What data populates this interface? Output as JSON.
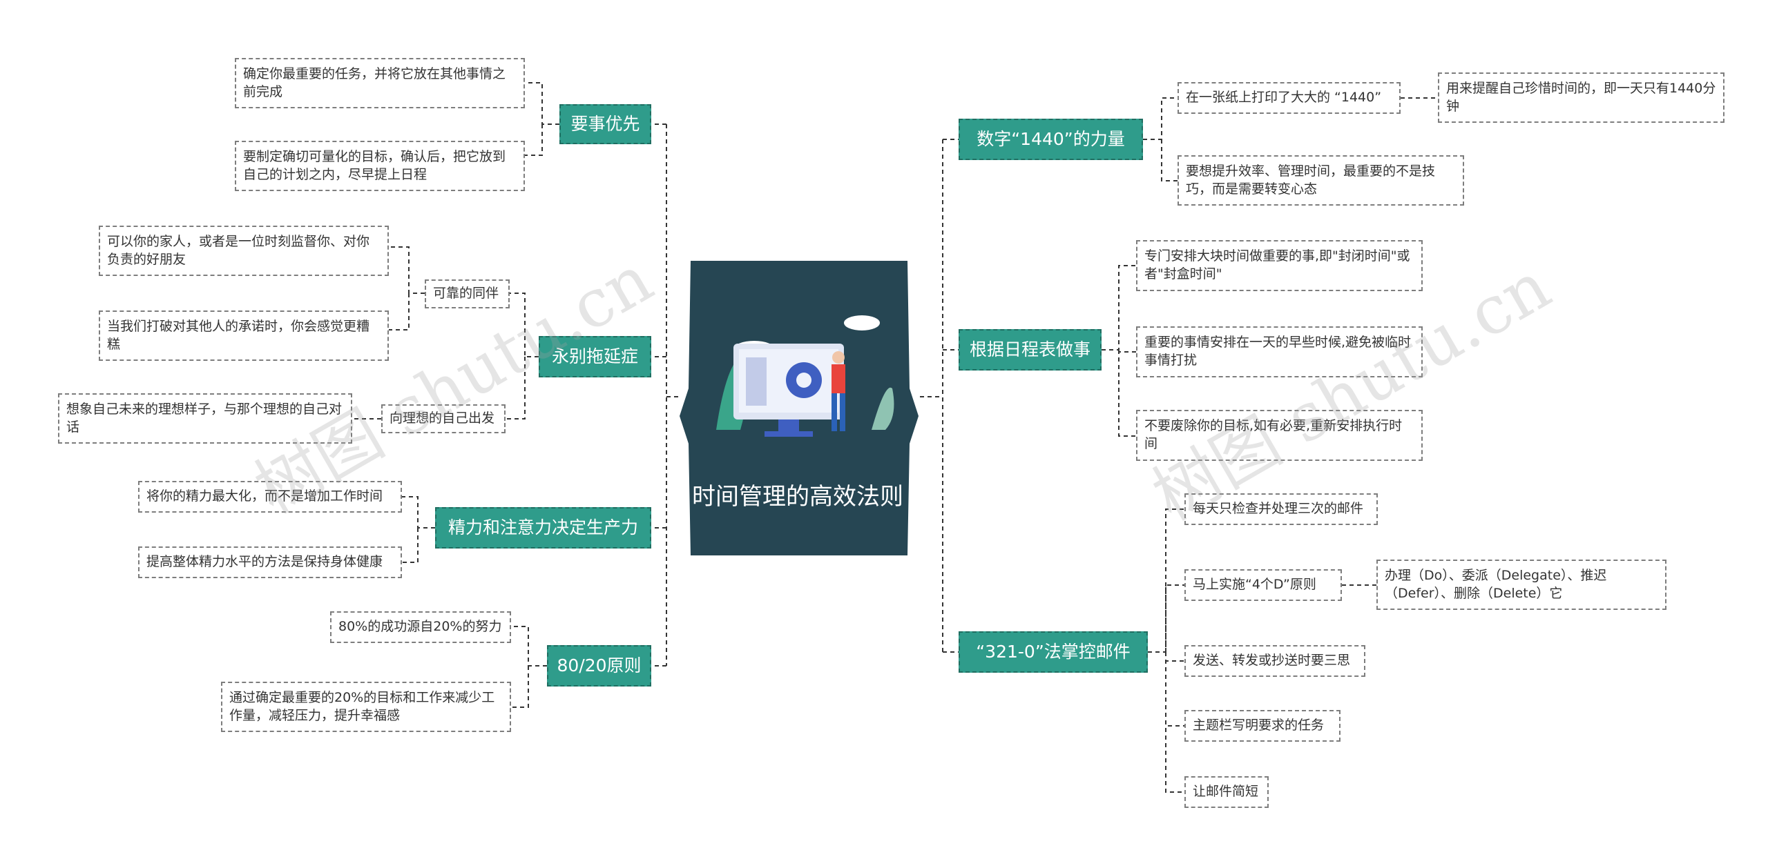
{
  "center": {
    "title": "时间管理的高效法则"
  },
  "watermarks": [
    "树图 shutu.cn",
    "树图 shutu.cn"
  ],
  "left_branches": [
    {
      "label": "要事优先",
      "children": [
        {
          "text": "确定你最重要的任务，并将它放在其他事情之前完成"
        },
        {
          "text": "要制定确切可量化的目标，确认后，把它放到自己的计划之内，尽早提上日程"
        }
      ]
    },
    {
      "label": "永别拖延症",
      "children": [
        {
          "text": "可靠的同伴",
          "children": [
            {
              "text": "可以你的家人，或者是一位时刻监督你、对你负责的好朋友"
            },
            {
              "text": "当我们打破对其他人的承诺时，你会感觉更糟糕"
            }
          ]
        },
        {
          "text": "向理想的自己出发",
          "children": [
            {
              "text": "想象自己未来的理想样子，与那个理想的自己对话"
            }
          ]
        }
      ]
    },
    {
      "label": "精力和注意力决定生产力",
      "children": [
        {
          "text": "将你的精力最大化，而不是增加工作时间"
        },
        {
          "text": "提高整体精力水平的方法是保持身体健康"
        }
      ]
    },
    {
      "label": "80/20原则",
      "children": [
        {
          "text": "80%的成功源自20%的努力"
        },
        {
          "text": "通过确定最重要的20%的目标和工作来减少工作量，减轻压力，提升幸福感"
        }
      ]
    }
  ],
  "right_branches": [
    {
      "label": "数字“1440”的力量",
      "children": [
        {
          "text": "在一张纸上打印了大大的 “1440”",
          "children": [
            {
              "text": "用来提醒自己珍惜时间的，即一天只有1440分钟"
            }
          ]
        },
        {
          "text": "要想提升效率、管理时间，最重要的不是技巧，而是需要转变心态"
        }
      ]
    },
    {
      "label": "根据日程表做事",
      "children": [
        {
          "text": "专门安排大块时间做重要的事,即\"封闭时间\"或者\"封盒时间\""
        },
        {
          "text": "重要的事情安排在一天的早些时候,避免被临时事情打扰"
        },
        {
          "text": "不要废除你的目标,如有必要,重新安排执行时间"
        }
      ]
    },
    {
      "label": "“321-0”法掌控邮件",
      "children": [
        {
          "text": "每天只检查并处理三次的邮件"
        },
        {
          "text": "马上实施“4个D”原则",
          "children": [
            {
              "text": "办理（Do）、委派（Delegate）、推迟（Defer）、删除（Delete）它"
            }
          ]
        },
        {
          "text": "发送、转发或抄送时要三思"
        },
        {
          "text": "主题栏写明要求的任务"
        },
        {
          "text": "让邮件简短"
        }
      ]
    }
  ],
  "colors": {
    "branch_fill": "#2f9c8b",
    "center_fill": "#264653",
    "line": "#333333",
    "leaf_border": "#7d7d7d"
  }
}
